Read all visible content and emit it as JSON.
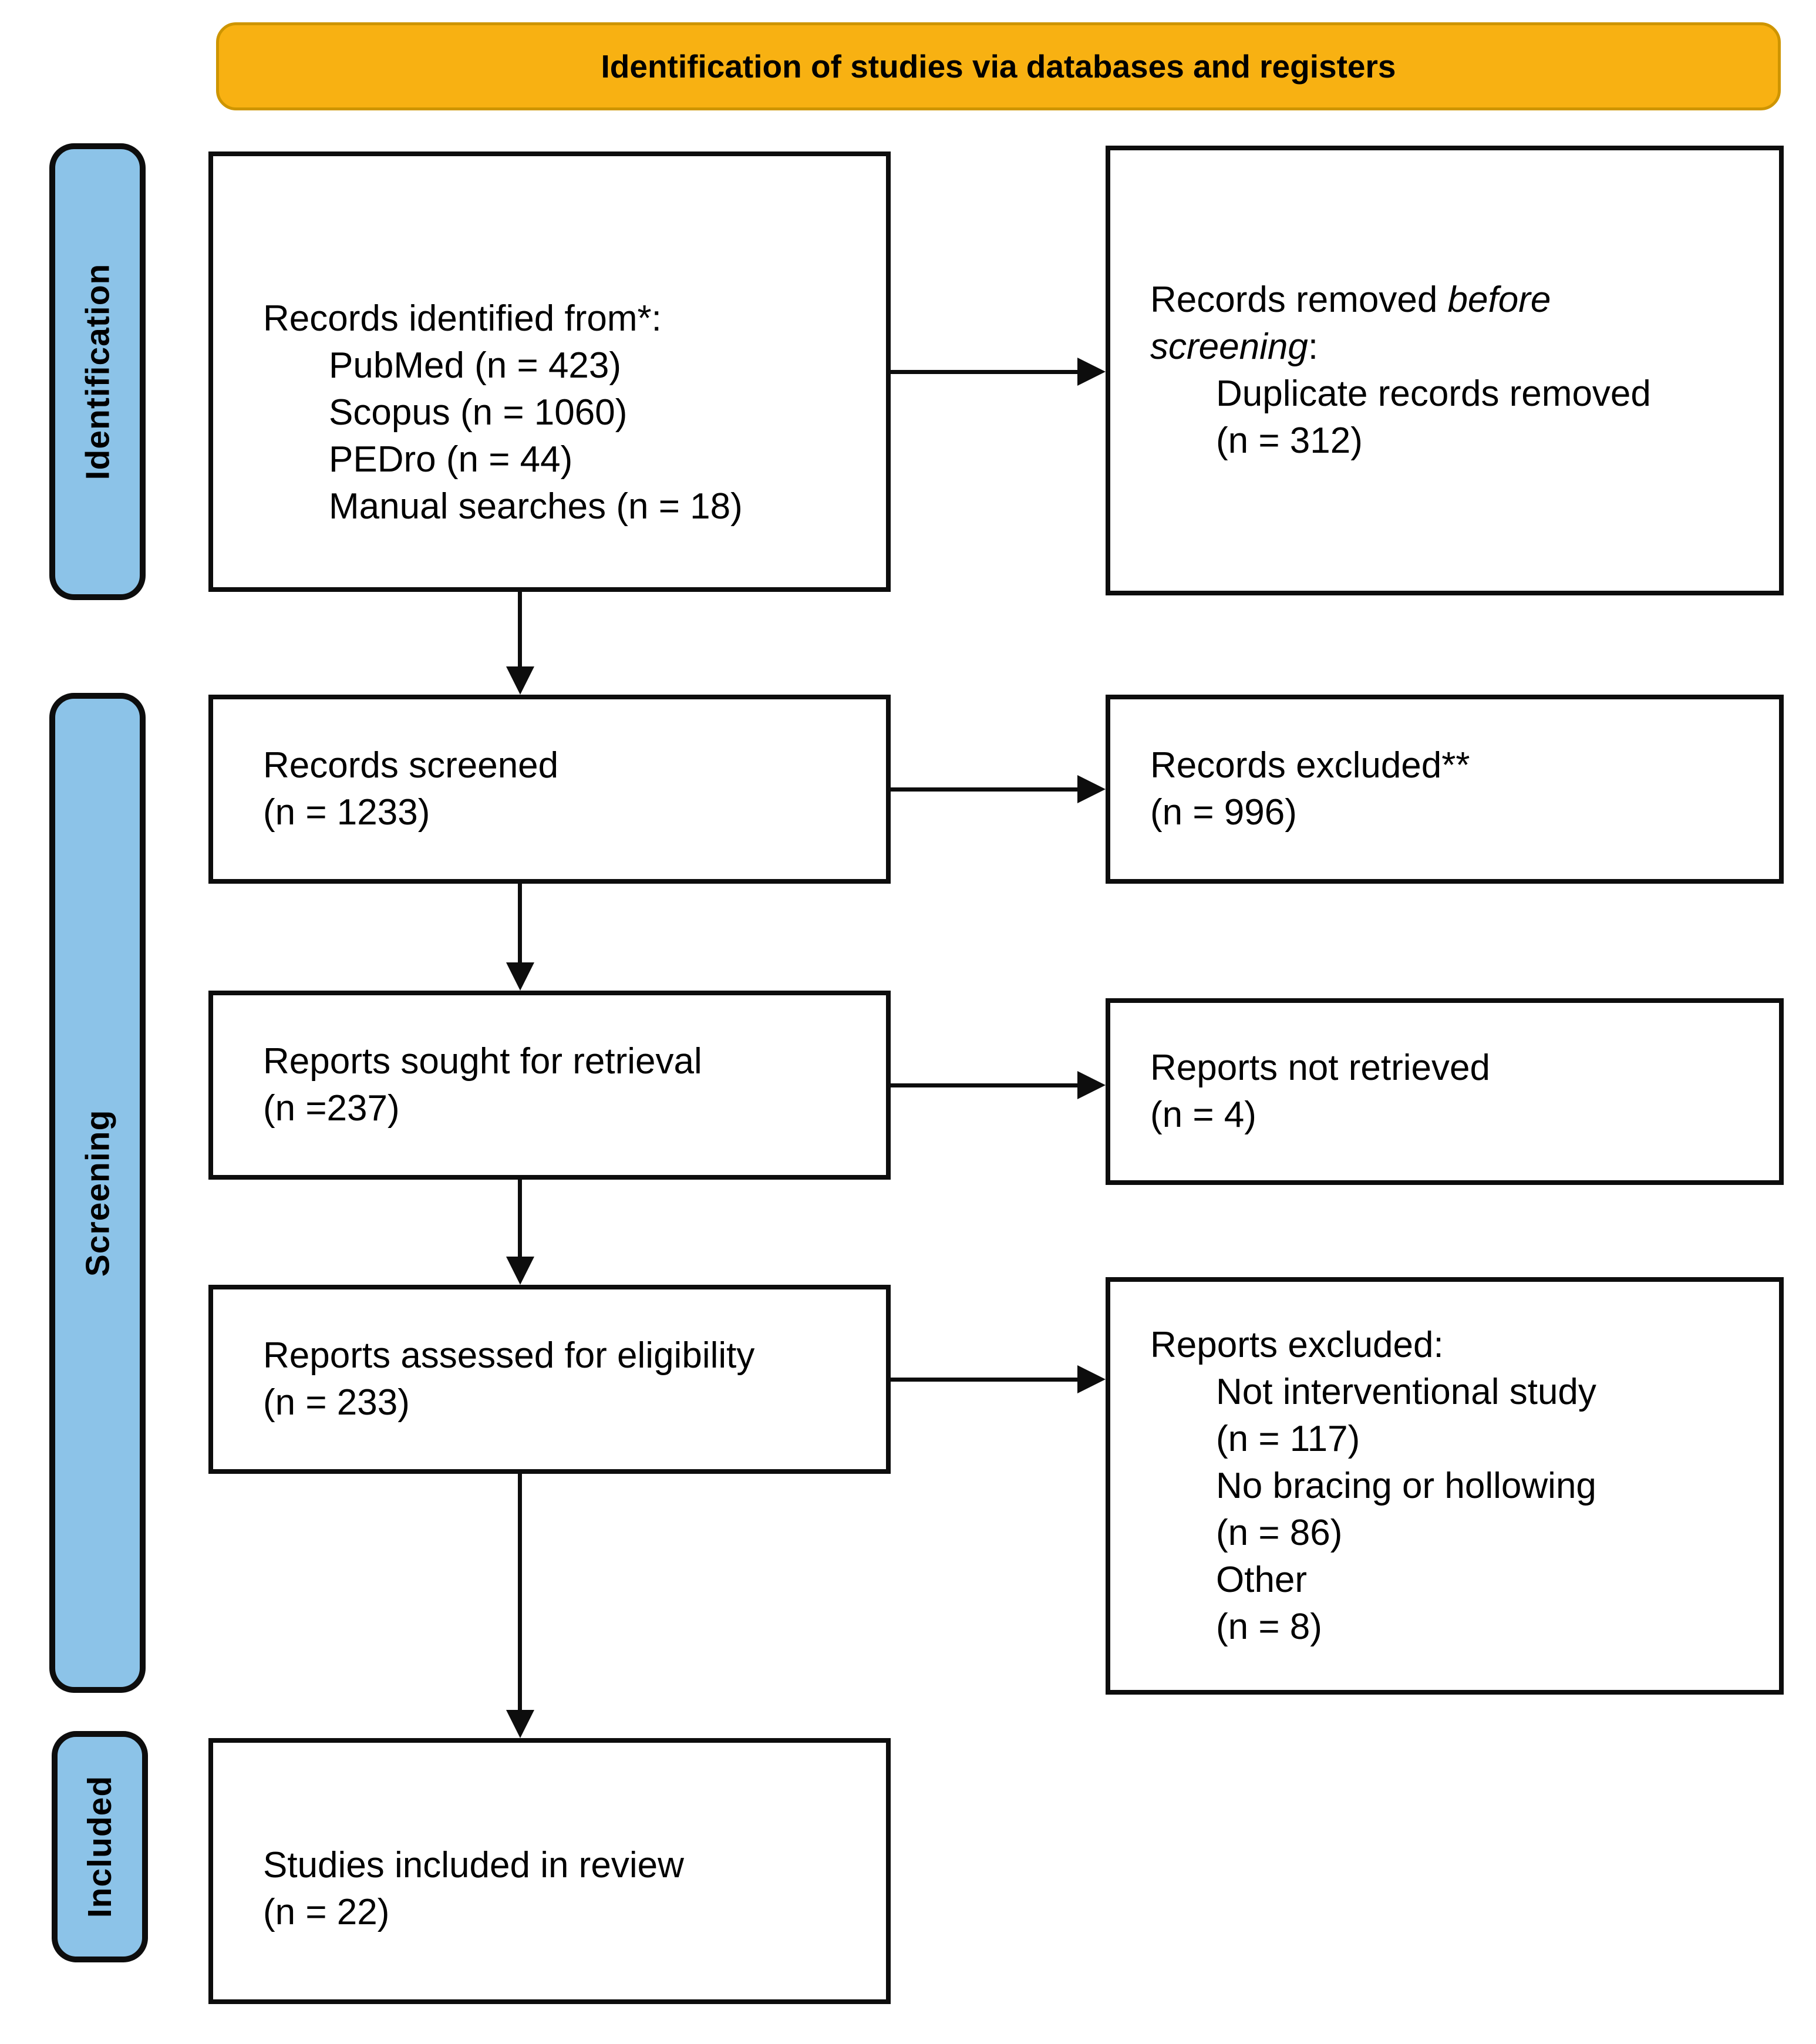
{
  "header": {
    "title": "Identification of studies via databases and registers"
  },
  "sidebar": {
    "identification": "Identification",
    "screening": "Screening",
    "included": "Included"
  },
  "colors": {
    "banner_orange": "#F8B112",
    "banner_border": "#CE9500",
    "stage_blue": "#8CC3E8",
    "line_black": "#0D0D0D"
  },
  "boxes": {
    "identified": {
      "title": "Records identified from*:",
      "items": [
        "PubMed (n = 423)",
        "Scopus (n = 1060)",
        "PEDro (n = 44)",
        "Manual searches (n = 18)"
      ]
    },
    "removed": {
      "line1_normal": "Records removed ",
      "line1_italic": "before",
      "line2_italic": "screening",
      "line2_normal": ":",
      "items": [
        "Duplicate records removed",
        "(n = 312)"
      ]
    },
    "screened": {
      "lines": [
        "Records screened",
        "(n = 1233)"
      ]
    },
    "excluded": {
      "lines": [
        "Records excluded**",
        "(n = 996)"
      ]
    },
    "sought": {
      "lines": [
        "Reports sought for retrieval",
        "(n =237)"
      ]
    },
    "not_retrieved": {
      "lines": [
        "Reports not retrieved",
        "(n = 4)"
      ]
    },
    "assessed": {
      "lines": [
        "Reports assessed for eligibility",
        "(n = 233)"
      ]
    },
    "reports_excluded": {
      "title": "Reports excluded:",
      "items": [
        "Not interventional study",
        "(n = 117)",
        "No bracing or hollowing",
        "(n = 86)",
        "Other",
        "(n = 8)"
      ]
    },
    "included_studies": {
      "lines": [
        "Studies included in review",
        "(n = 22)"
      ]
    }
  }
}
